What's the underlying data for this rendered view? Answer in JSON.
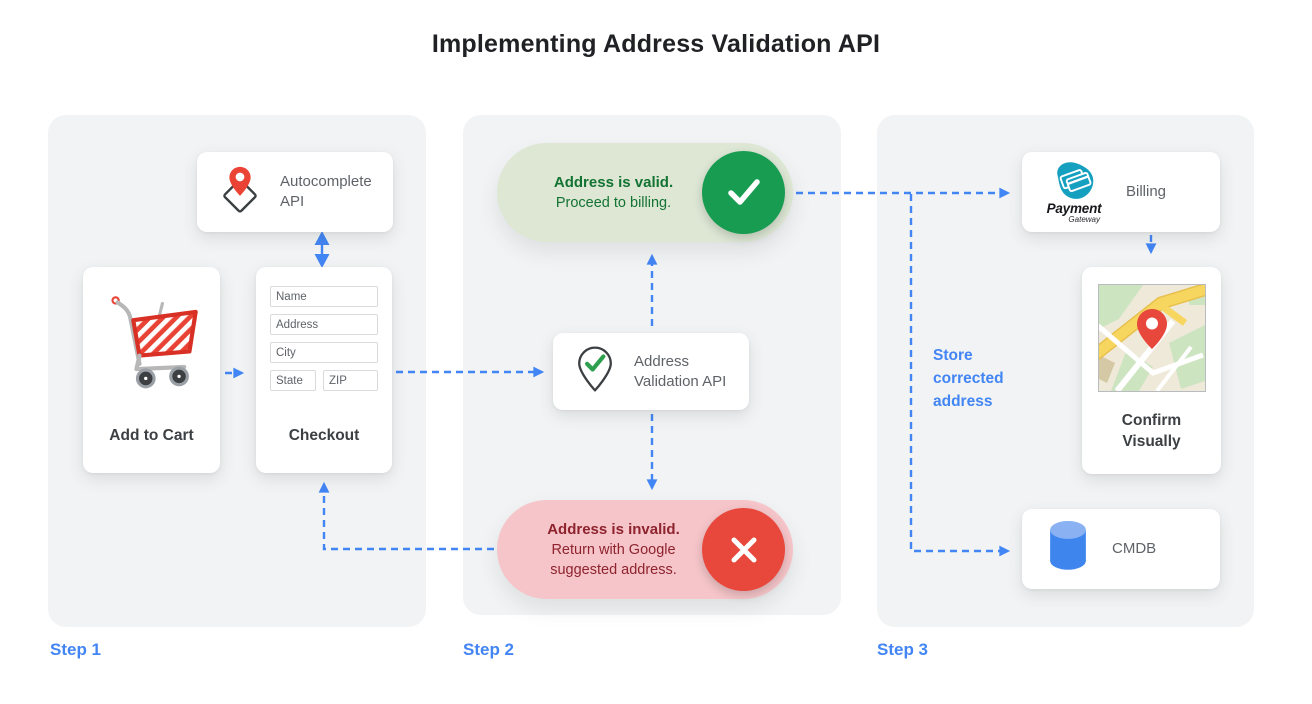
{
  "title": "Implementing Address Validation API",
  "colors": {
    "blue": "#4285f4",
    "panel": "#f1f3f4",
    "title_text": "#202124",
    "label_text": "#3c4043",
    "card_text": "#5f6368",
    "valid_bg": "#dde7d4",
    "valid_text": "#137333",
    "valid_circle": "#179c52",
    "invalid_bg": "#f5c5c9",
    "invalid_text": "#8e232e",
    "invalid_circle": "#e8473b",
    "pin_red": "#ea4335",
    "payment_teal": "#16a0c0",
    "cmdb_blue": "#3e86ee"
  },
  "steps": [
    {
      "label": "Step 1"
    },
    {
      "label": "Step 2"
    },
    {
      "label": "Step 3"
    }
  ],
  "step1": {
    "autocomplete_card": {
      "label": "Autocomplete API",
      "icon": "map-pin-diamond-icon"
    },
    "add_to_cart_card": {
      "label": "Add to Cart",
      "icon": "shopping-cart-icon"
    },
    "checkout_card": {
      "label": "Checkout",
      "fields": [
        {
          "placeholder": "Name"
        },
        {
          "placeholder": "Address"
        },
        {
          "placeholder": "City"
        },
        {
          "placeholder": "State"
        },
        {
          "placeholder": "ZIP"
        }
      ]
    }
  },
  "step2": {
    "valid_result": {
      "title": "Address is valid.",
      "subtitle": "Proceed to billing.",
      "icon": "check-icon"
    },
    "validation_card": {
      "label": "Address Validation API",
      "icon": "map-pin-check-icon"
    },
    "invalid_result": {
      "title": "Address is invalid.",
      "subtitle": "Return with Google suggested address.",
      "icon": "x-icon"
    }
  },
  "step3": {
    "billing_card": {
      "label": "Billing",
      "logo_name": "Payment",
      "logo_sub": "Gateway",
      "icon": "payment-gateway-logo"
    },
    "confirm_card": {
      "label": "Confirm Visually",
      "icon": "map-thumbnail"
    },
    "cmdb_card": {
      "label": "CMDB",
      "icon": "database-cylinder-icon"
    },
    "store_note": "Store corrected address"
  }
}
